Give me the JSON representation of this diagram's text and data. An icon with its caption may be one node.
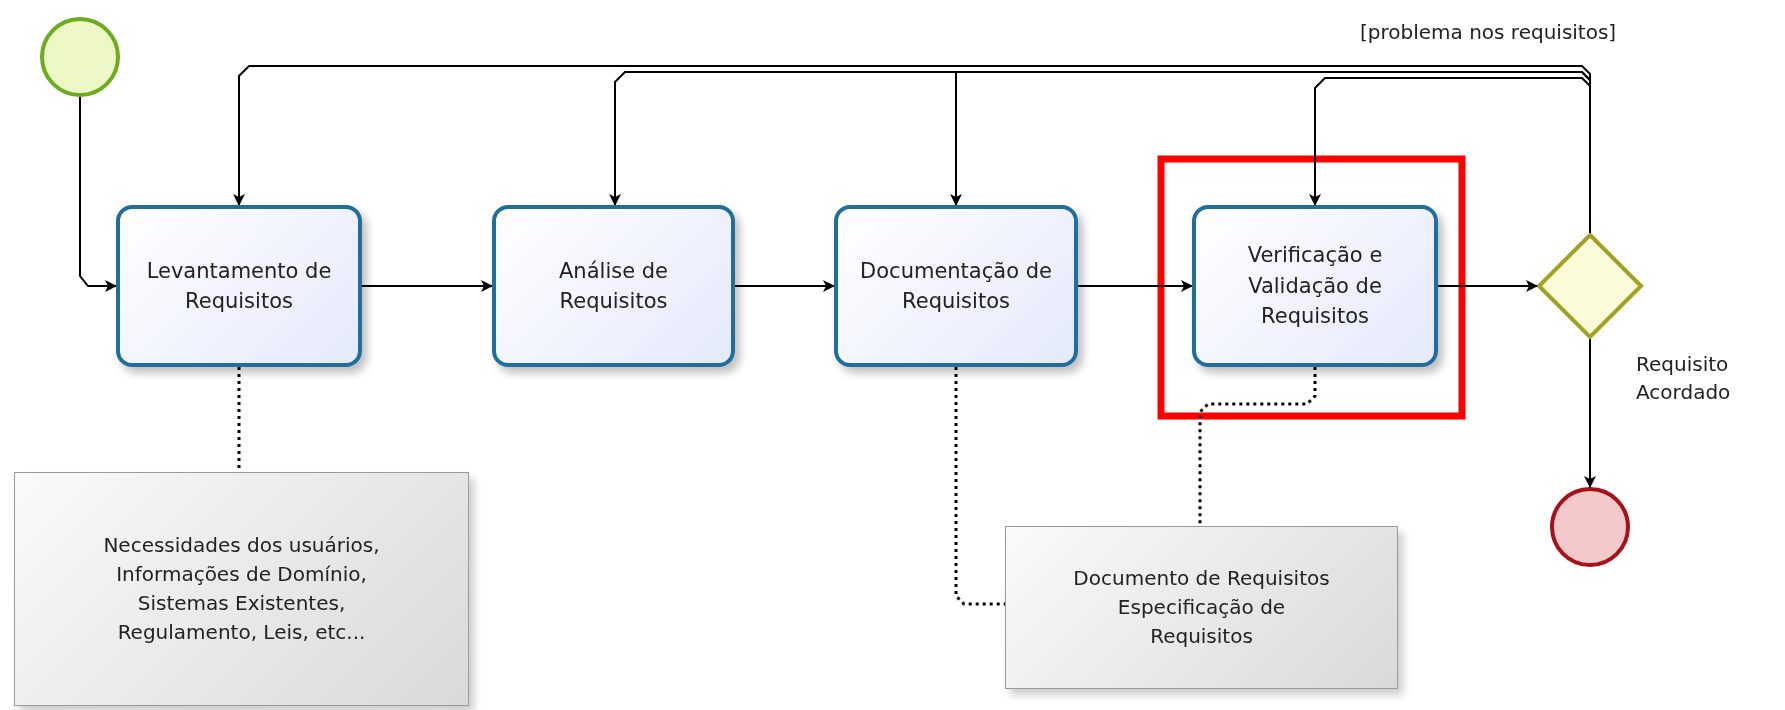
{
  "diagram": {
    "nodes": [
      {
        "text": [],
        "shape": "circle"
      },
      {
        "text": [
          "Levantamento de Requisitos"
        ]
      },
      {
        "text": [
          "Análise de Requisitos"
        ]
      },
      {
        "text": [
          "Documentação de Requisitos"
        ]
      },
      {
        "text": [
          "Verificação e Validação de Requisitos"
        ]
      },
      {
        "text": [],
        "shape": "diamond"
      },
      {
        "text": [],
        "shape": "circle"
      },
      {
        "text": [
          "Necessidades dos usuários, Informações de Domínio, Sistemas Existentes, Regulamento, Leis, etc..."
        ]
      },
      {
        "text": [
          "Documento de Requisitos Especificação de Requisitos"
        ]
      }
    ],
    "edges": [
      {
        "from": 0,
        "to": 1,
        "arrow": "to"
      },
      {
        "from": 1,
        "to": 2,
        "arrow": "to"
      },
      {
        "from": 2,
        "to": 3,
        "arrow": "to"
      },
      {
        "from": 3,
        "to": 4,
        "arrow": "to"
      },
      {
        "from": 4,
        "to": 5,
        "arrow": "to"
      },
      {
        "from": 5,
        "to": 1,
        "arrow": "to",
        "label": "[problema nos requisitos]"
      },
      {
        "from": 5,
        "to": 2,
        "arrow": "to"
      },
      {
        "from": 5,
        "to": 3,
        "arrow": "to"
      },
      {
        "from": 5,
        "to": 4,
        "arrow": "to"
      },
      {
        "from": 5,
        "to": 6,
        "arrow": "to",
        "label": "Requisito Acordado"
      },
      {
        "from": 1,
        "to": 7,
        "arrow": "none",
        "style": "dashed"
      },
      {
        "from": 3,
        "to": 8,
        "arrow": "none",
        "style": "dashed"
      },
      {
        "from": 4,
        "to": 8,
        "arrow": "none",
        "style": "dashed"
      }
    ]
  }
}
